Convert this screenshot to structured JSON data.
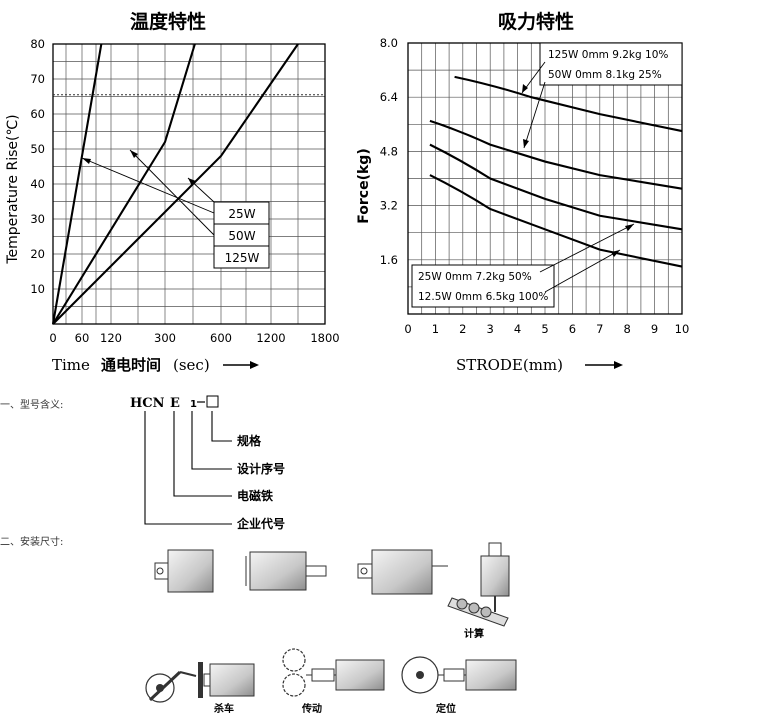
{
  "temp_chart": {
    "title": "温度特性",
    "ylabel": "Temperature Rise(℃)",
    "xlabel_prefix": "Time",
    "xlabel_cn": "通电时间",
    "xlabel_suffix": "(sec)",
    "ytick_labels": [
      "10",
      "20",
      "30",
      "40",
      "50",
      "60",
      "70",
      "80"
    ],
    "xtick_labels": [
      "0",
      "60",
      "120",
      "300",
      "600",
      "1200",
      "1800"
    ],
    "legend": [
      "25W",
      "50W",
      "125W"
    ],
    "reference_line_y": 65.5
  },
  "force_chart": {
    "title": "吸力特性",
    "ylabel": "Force(kg)",
    "xlabel": "STRODE(mm)",
    "ytick_labels": [
      "1.6",
      "3.2",
      "4.8",
      "6.4",
      "8.0"
    ],
    "xtick_labels": [
      "0",
      "1",
      "2",
      "3",
      "4",
      "5",
      "6",
      "7",
      "8",
      "9",
      "10"
    ],
    "legend_top": [
      "125W 0mm 9.2kg  10%",
      "50W 0mm 8.1kg   25%"
    ],
    "legend_bottom": [
      "25W 0mm 7.2kg   50%",
      "12.5W 0mm 6.5kg   100%"
    ]
  },
  "chart_data": [
    {
      "type": "line",
      "title": "温度特性",
      "xlabel": "Time 通电时间(sec)",
      "ylabel": "Temperature Rise(℃)",
      "categories": [
        "0",
        "60",
        "120",
        "300",
        "600",
        "1200",
        "1800"
      ],
      "ylim": [
        0,
        80
      ],
      "grid": true,
      "series": [
        {
          "name": "25W",
          "x": [
            0,
            60,
            100
          ],
          "y": [
            0,
            48,
            80
          ]
        },
        {
          "name": "50W",
          "x": [
            0,
            300,
            460
          ],
          "y": [
            0,
            52,
            80
          ]
        },
        {
          "name": "125W",
          "x": [
            0,
            600,
            1500
          ],
          "y": [
            0,
            48,
            80
          ]
        }
      ]
    },
    {
      "type": "line",
      "title": "吸力特性",
      "xlabel": "STRODE(mm)",
      "ylabel": "Force(kg)",
      "xlim": [
        0,
        10
      ],
      "ylim": [
        0,
        8.0
      ],
      "grid": true,
      "series": [
        {
          "name": "125W 0mm 9.2kg 10%",
          "x": [
            1.7,
            4.5,
            7,
            10
          ],
          "y": [
            7.0,
            6.4,
            5.9,
            5.4
          ]
        },
        {
          "name": "50W 0mm 8.1kg 25%",
          "x": [
            0.8,
            3,
            5,
            7,
            10
          ],
          "y": [
            5.7,
            5.0,
            4.5,
            4.1,
            3.7
          ]
        },
        {
          "name": "25W 0mm 7.2kg 50%",
          "x": [
            0.8,
            3,
            5,
            7,
            10
          ],
          "y": [
            5.0,
            4.0,
            3.4,
            2.9,
            2.5
          ]
        },
        {
          "name": "12.5W 0mm 6.5kg 100%",
          "x": [
            0.8,
            3,
            5,
            7,
            10
          ],
          "y": [
            4.1,
            3.1,
            2.5,
            1.9,
            1.4
          ]
        }
      ]
    }
  ],
  "model": {
    "heading": "一、型号含义:",
    "code": [
      "HCN",
      "E",
      "1",
      "□"
    ],
    "labels": [
      "规格",
      "设计序号",
      "电磁铁",
      "企业代号"
    ]
  },
  "install": {
    "heading": "二、安装尺寸:",
    "captions": [
      "计算",
      "杀车",
      "传动",
      "定位"
    ]
  }
}
